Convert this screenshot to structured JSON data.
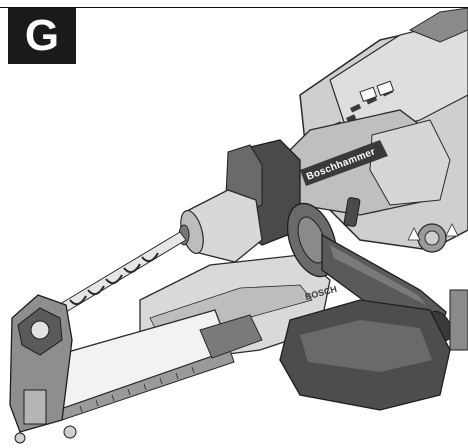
{
  "figure": {
    "label": "G",
    "brand_marking": "Boschhammer",
    "handle_brand_marking": "BOSCH"
  },
  "colors": {
    "badge_bg": "#1a1a1a",
    "badge_text": "#ffffff",
    "tool_body": "#cfcfcf",
    "tool_dark": "#3a3a3a"
  },
  "icons": [
    "drill-bit-icon",
    "dust-extraction-attachment-icon",
    "rotary-hammer-icon",
    "auxiliary-handle-icon"
  ]
}
